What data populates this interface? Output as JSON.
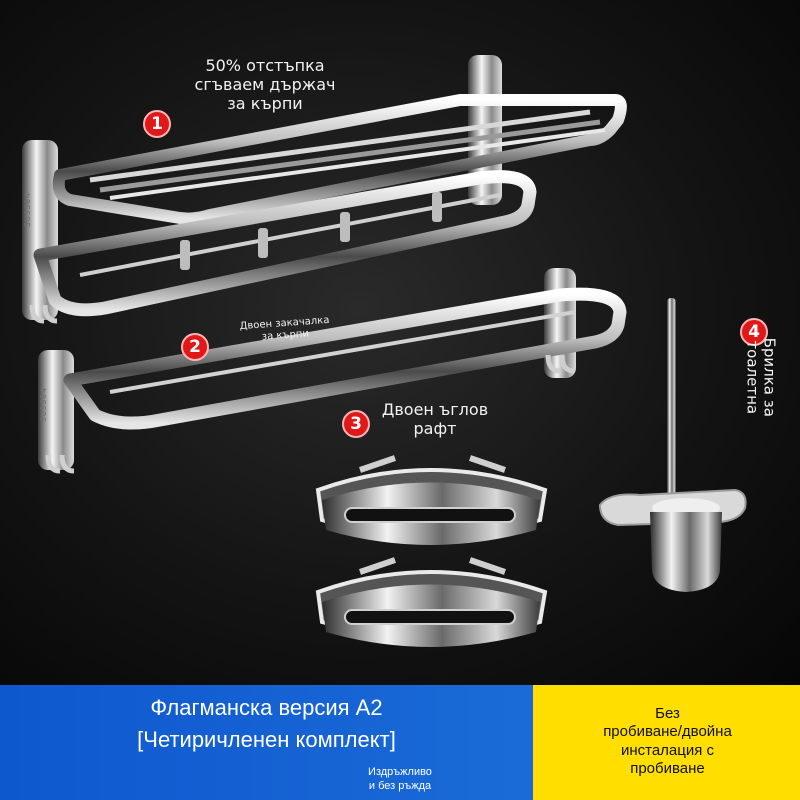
{
  "products": [
    {
      "number": "1",
      "caption": "50% отстъпка\nсгъваем държач\nза кърпи"
    },
    {
      "number": "2",
      "caption": "Двоен закачалка\nза кърпи"
    },
    {
      "number": "3",
      "caption": "Двоен ъглов\nрафт"
    },
    {
      "number": "4",
      "caption": "Брилка за\nтоалетна"
    }
  ],
  "stamp_text": "SUS304",
  "banner": {
    "title": "Флагманска версия A2",
    "subtitle": "[Четиричленен комплект]",
    "durable_note": "Издръжливо\nи без ръжда",
    "install_note": "Без\nпробиване/двойна\nинсталация с\nпробиване"
  },
  "colors": {
    "badge": "#e01818",
    "banner_blue": "#1663d4",
    "banner_yellow": "#ffde00"
  }
}
